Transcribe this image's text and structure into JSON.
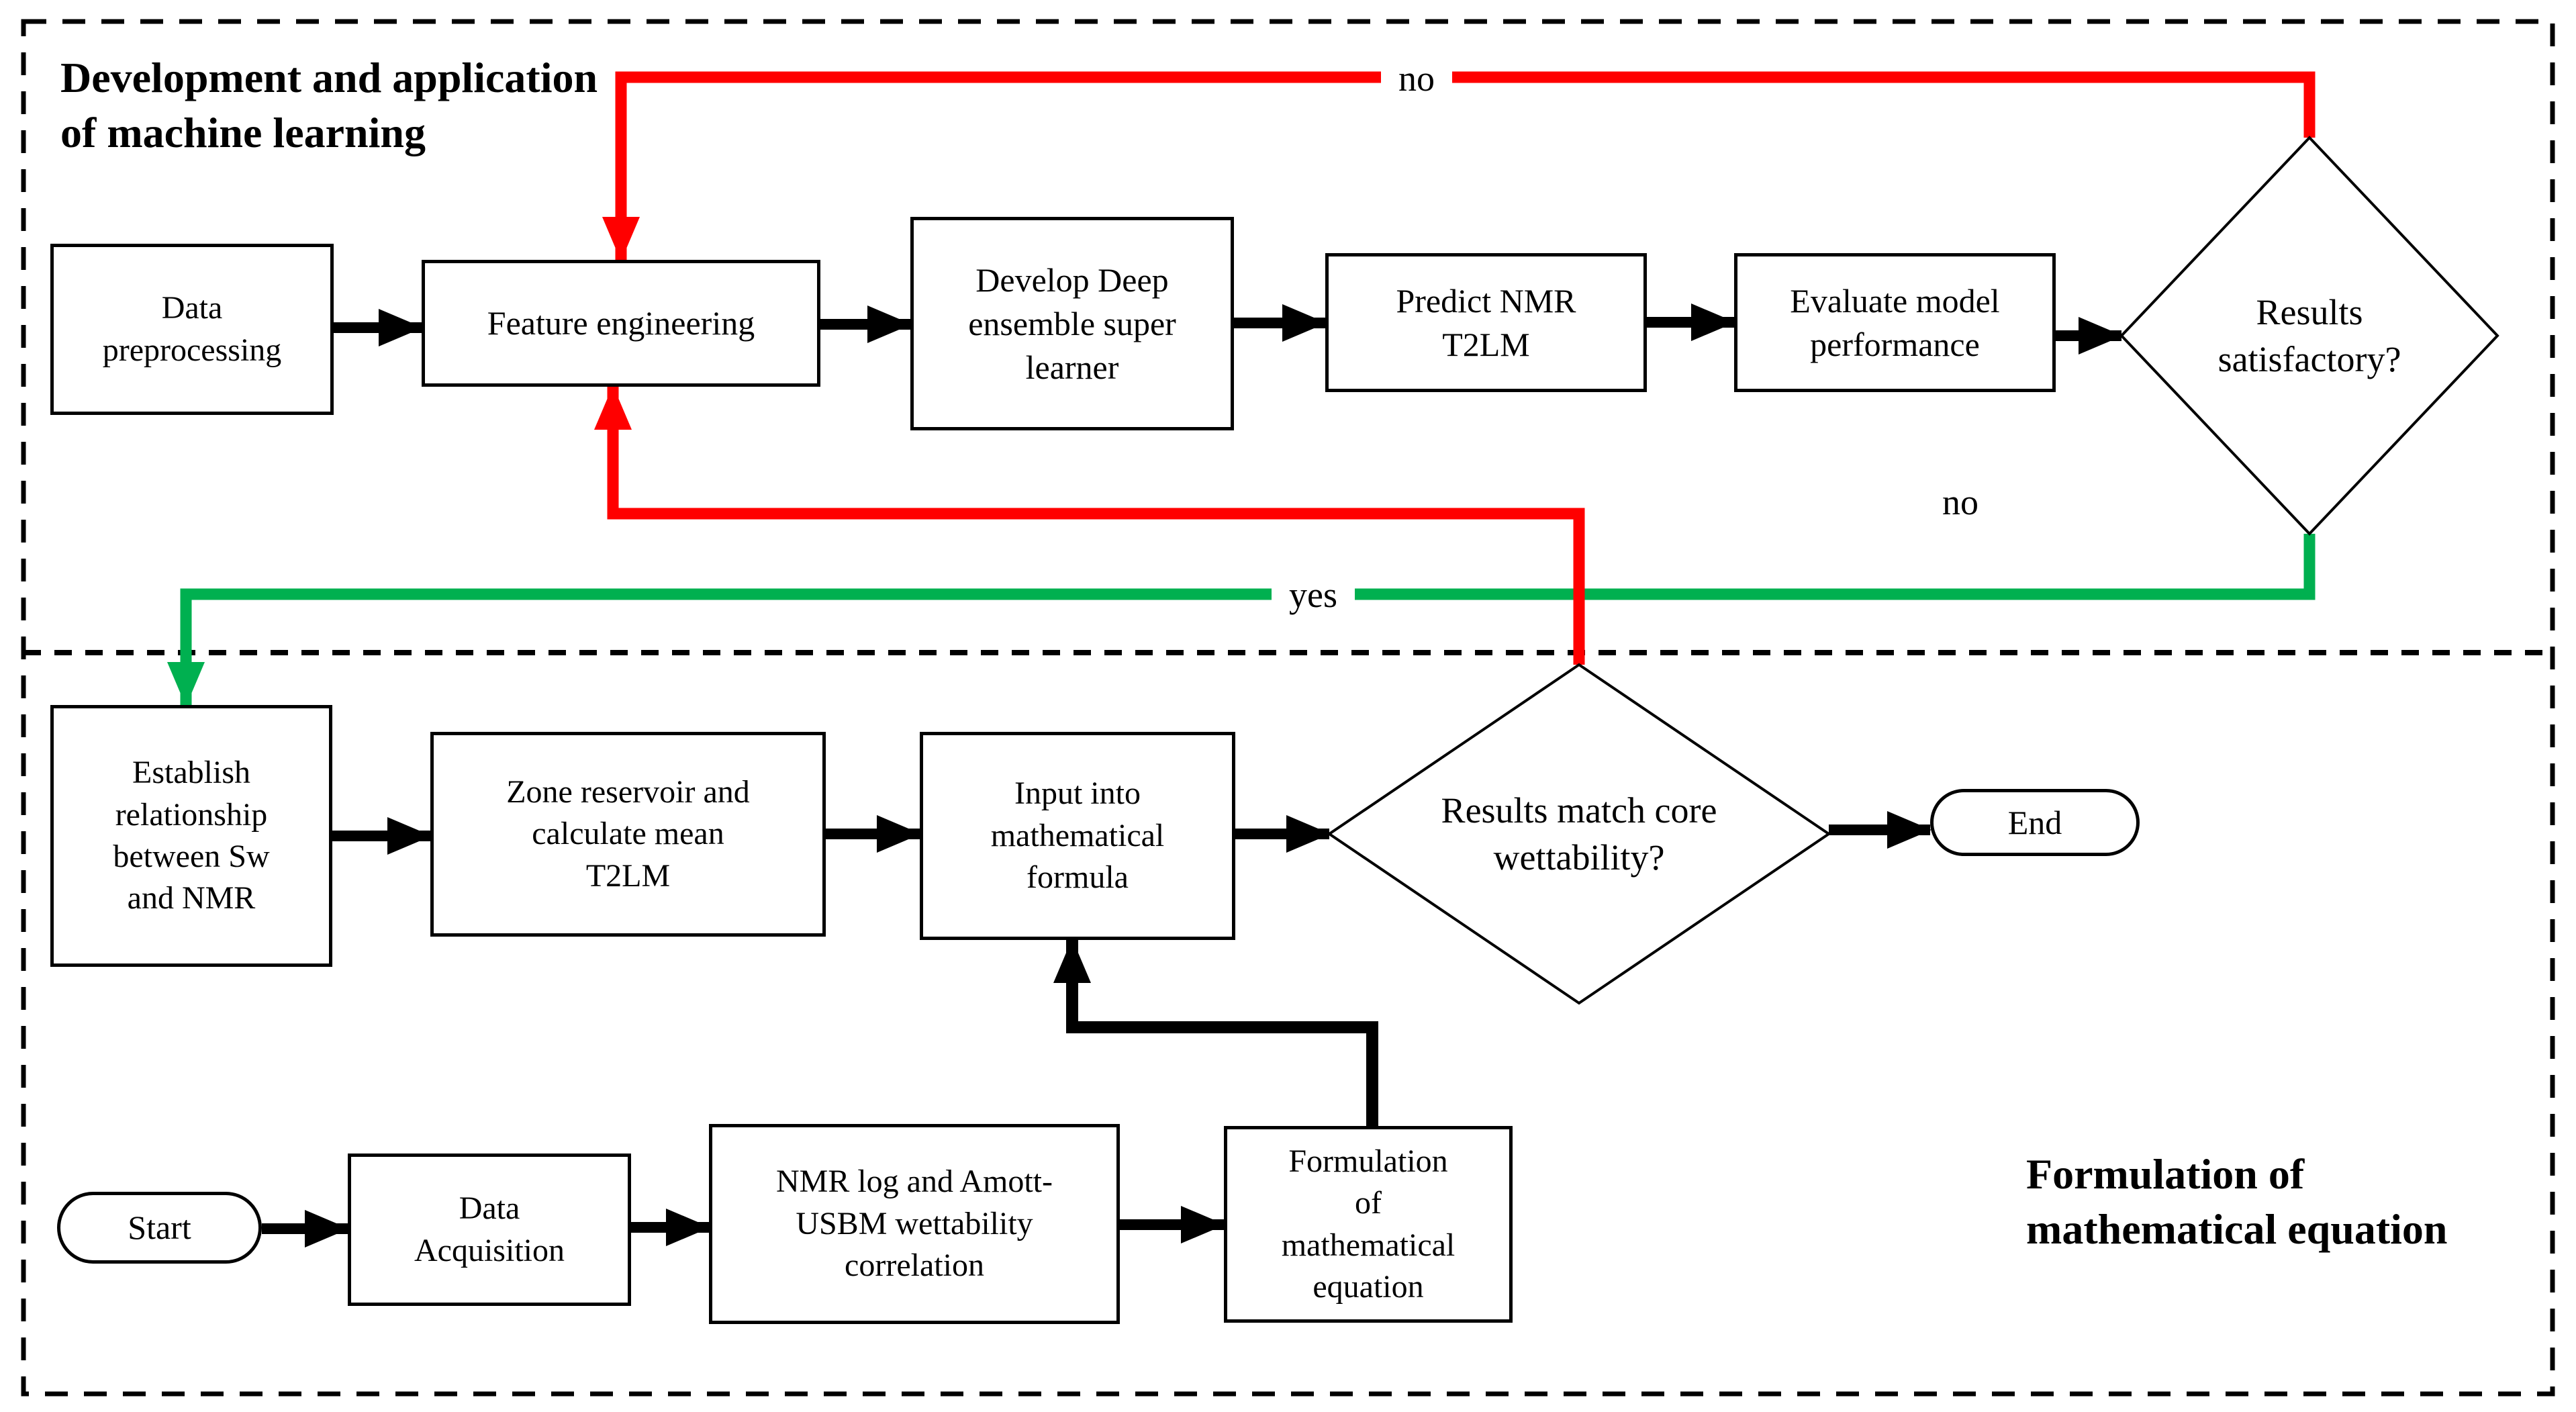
{
  "figure": {
    "section_top_title": "Development and application\nof machine learning",
    "section_bottom_title": "Formulation of\nmathematical equation"
  },
  "colors": {
    "no_branch_red": "#ff0000",
    "yes_branch_green": "#00b050",
    "flow_black": "#000000"
  },
  "nodes": {
    "data_preprocessing": {
      "shape": "process",
      "label": "Data\npreprocessing"
    },
    "feature_engineering": {
      "shape": "process",
      "label": "Feature engineering"
    },
    "develop_deep_ensemble": {
      "shape": "process",
      "label": "Develop Deep\nensemble super\nlearner"
    },
    "predict_nmr_t2lm": {
      "shape": "process",
      "label": "Predict NMR\nT2LM"
    },
    "evaluate_model": {
      "shape": "process",
      "label": "Evaluate model\nperformance"
    },
    "results_satisfactory": {
      "shape": "decision",
      "label": "Results\nsatisfactory?"
    },
    "establish_relationship": {
      "shape": "process",
      "label": "Establish\nrelationship\nbetween Sw\nand NMR"
    },
    "zone_reservoir": {
      "shape": "process",
      "label": "Zone reservoir and\ncalculate mean\nT2LM"
    },
    "input_into_formula": {
      "shape": "process",
      "label": "Input into\nmathematical\nformula"
    },
    "results_match_core": {
      "shape": "decision",
      "label": "Results match core\nwettability?"
    },
    "end_node": {
      "shape": "terminator",
      "label": "End"
    },
    "start_node": {
      "shape": "terminator",
      "label": "Start"
    },
    "data_acquisition": {
      "shape": "process",
      "label": "Data\nAcquisition"
    },
    "nmr_log_amott": {
      "shape": "process",
      "label": "NMR log and Amott-\nUSBM wettability\ncorrelation"
    },
    "formulation_equation": {
      "shape": "process",
      "label": "Formulation\nof\nmathematical\nequation"
    }
  },
  "edge_labels": {
    "no_top": "no",
    "no_middle": "no",
    "yes": "yes"
  },
  "edges": [
    {
      "from": "data_preprocessing",
      "to": "feature_engineering",
      "color": "black"
    },
    {
      "from": "feature_engineering",
      "to": "develop_deep_ensemble",
      "color": "black"
    },
    {
      "from": "develop_deep_ensemble",
      "to": "predict_nmr_t2lm",
      "color": "black"
    },
    {
      "from": "predict_nmr_t2lm",
      "to": "evaluate_model",
      "color": "black"
    },
    {
      "from": "evaluate_model",
      "to": "results_satisfactory",
      "color": "black"
    },
    {
      "from": "results_satisfactory",
      "to": "feature_engineering",
      "label": "no",
      "color": "red"
    },
    {
      "from": "results_satisfactory",
      "to": "establish_relationship",
      "label": "yes",
      "color": "green"
    },
    {
      "from": "establish_relationship",
      "to": "zone_reservoir",
      "color": "black"
    },
    {
      "from": "zone_reservoir",
      "to": "input_into_formula",
      "color": "black"
    },
    {
      "from": "input_into_formula",
      "to": "results_match_core",
      "color": "black"
    },
    {
      "from": "results_match_core",
      "to": "end_node",
      "color": "black"
    },
    {
      "from": "results_match_core",
      "to": "feature_engineering",
      "label": "no",
      "color": "red"
    },
    {
      "from": "start_node",
      "to": "data_acquisition",
      "color": "black"
    },
    {
      "from": "data_acquisition",
      "to": "nmr_log_amott",
      "color": "black"
    },
    {
      "from": "nmr_log_amott",
      "to": "formulation_equation",
      "color": "black"
    },
    {
      "from": "formulation_equation",
      "to": "input_into_formula",
      "color": "black"
    }
  ]
}
